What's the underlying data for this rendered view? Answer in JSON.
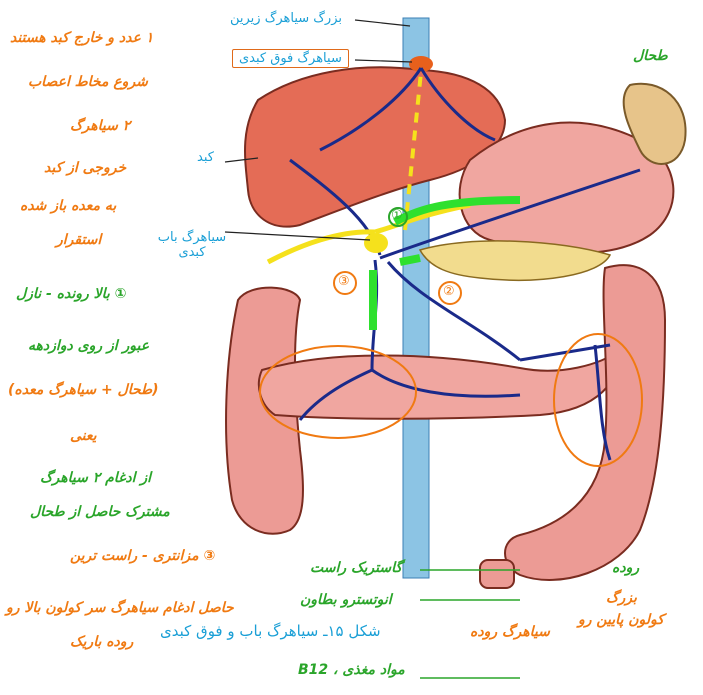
{
  "labels": {
    "ivc": "بزرگ سیاهرگ زیرین",
    "hepatic_vein": "سیاهرگ فوق کبدی",
    "liver": "کبد",
    "portal_vein": "سیاهرگ باب کبدی",
    "caption": "شکل ۱۵ـ سیاهرگ باب و فوق کبدی"
  },
  "markers": {
    "m1": "①",
    "m2": "②",
    "m3": "③"
  },
  "notes": {
    "left_top_1": "۱ عدد و خارج کبد هستند",
    "left_top_2": "شروع مخاط اعصاب",
    "left_top_3": "۲ سیاهرگ",
    "left_top_4": "خروجی از کبد",
    "left_top_5": "به معده باز شده",
    "left_top_6": "استقرار",
    "left_mid_1": "① بالا رونده - نازل",
    "left_mid_2": "عبور از روی دوازدهه",
    "left_mid_3": "(طحال + سیاهرگ معده)",
    "left_mid_4": "یعنی",
    "left_mid_5": "از ادغام ۲ سیاهرگ",
    "left_mid_6": "مشترک حاصل از طحال",
    "left_bot_1": "③ مزانتری - راست ترین",
    "left_bot_2": "حاصل ادغام سیاهرگ سر کولون بالا رو",
    "left_bot_3": "روده باریک",
    "right_top": "طحال",
    "right_bot_1": "کولون پایین رو",
    "right_bot_2": "بزرگ",
    "right_bot_3": "روده",
    "bottom_1": "گاستریک راست",
    "bottom_2": "انوتسترو بطاون",
    "bottom_3": "سیاهرگ روده",
    "bottom_4": "مواد مغذی ، B12"
  }
}
